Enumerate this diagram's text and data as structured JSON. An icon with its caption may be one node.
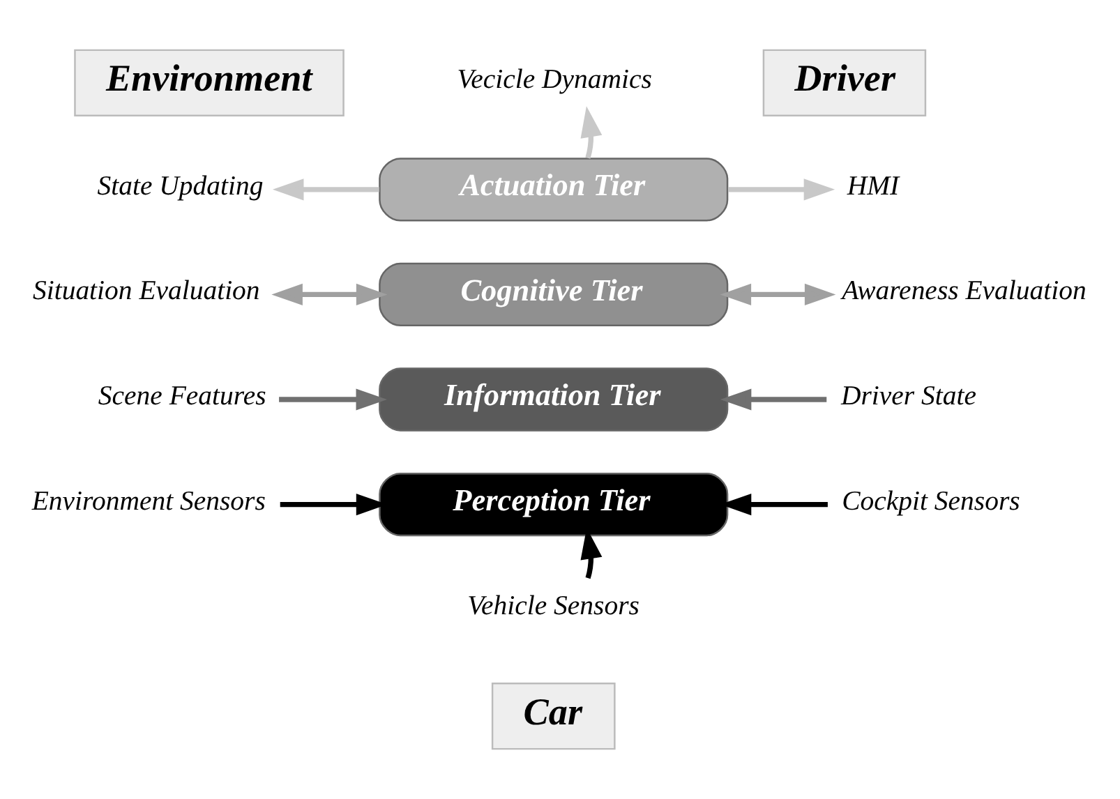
{
  "diagram": {
    "nodes": [
      {
        "text": [
          "Environment"
        ]
      },
      {
        "text": [
          "Driver"
        ]
      },
      {
        "text": [
          "Car"
        ]
      },
      {
        "text": [
          "Vecicle Dynamics"
        ]
      },
      {
        "text": [
          "Actuation Tier"
        ]
      },
      {
        "text": [
          "Cognitive Tier"
        ]
      },
      {
        "text": [
          "Information Tier"
        ]
      },
      {
        "text": [
          "Perception Tier"
        ]
      },
      {
        "text": [
          "State Updating"
        ]
      },
      {
        "text": [
          "HMI"
        ]
      },
      {
        "text": [
          "Situation Evaluation"
        ]
      },
      {
        "text": [
          "Awareness Evaluation"
        ]
      },
      {
        "text": [
          "Scene Features"
        ]
      },
      {
        "text": [
          "Driver State"
        ]
      },
      {
        "text": [
          "Environment Sensors"
        ]
      },
      {
        "text": [
          "Cockpit Sensors"
        ]
      },
      {
        "text": [
          "Vehicle Sensors"
        ]
      }
    ],
    "edges": [
      {
        "from": 4,
        "to": 3,
        "arrow": "to",
        "color": "#c8c8c8"
      },
      {
        "from": 4,
        "to": 8,
        "arrow": "to",
        "color": "#c8c8c8"
      },
      {
        "from": 4,
        "to": 9,
        "arrow": "to",
        "color": "#c8c8c8"
      },
      {
        "from": 10,
        "to": 5,
        "arrow": "both",
        "color": "#a0a0a0"
      },
      {
        "from": 5,
        "to": 11,
        "arrow": "both",
        "color": "#a0a0a0"
      },
      {
        "from": 12,
        "to": 6,
        "arrow": "to",
        "color": "#707070"
      },
      {
        "from": 13,
        "to": 6,
        "arrow": "to",
        "color": "#707070"
      },
      {
        "from": 14,
        "to": 7,
        "arrow": "to",
        "color": "#000000"
      },
      {
        "from": 15,
        "to": 7,
        "arrow": "to",
        "color": "#000000"
      },
      {
        "from": 16,
        "to": 7,
        "arrow": "to",
        "color": "#000000"
      }
    ]
  }
}
